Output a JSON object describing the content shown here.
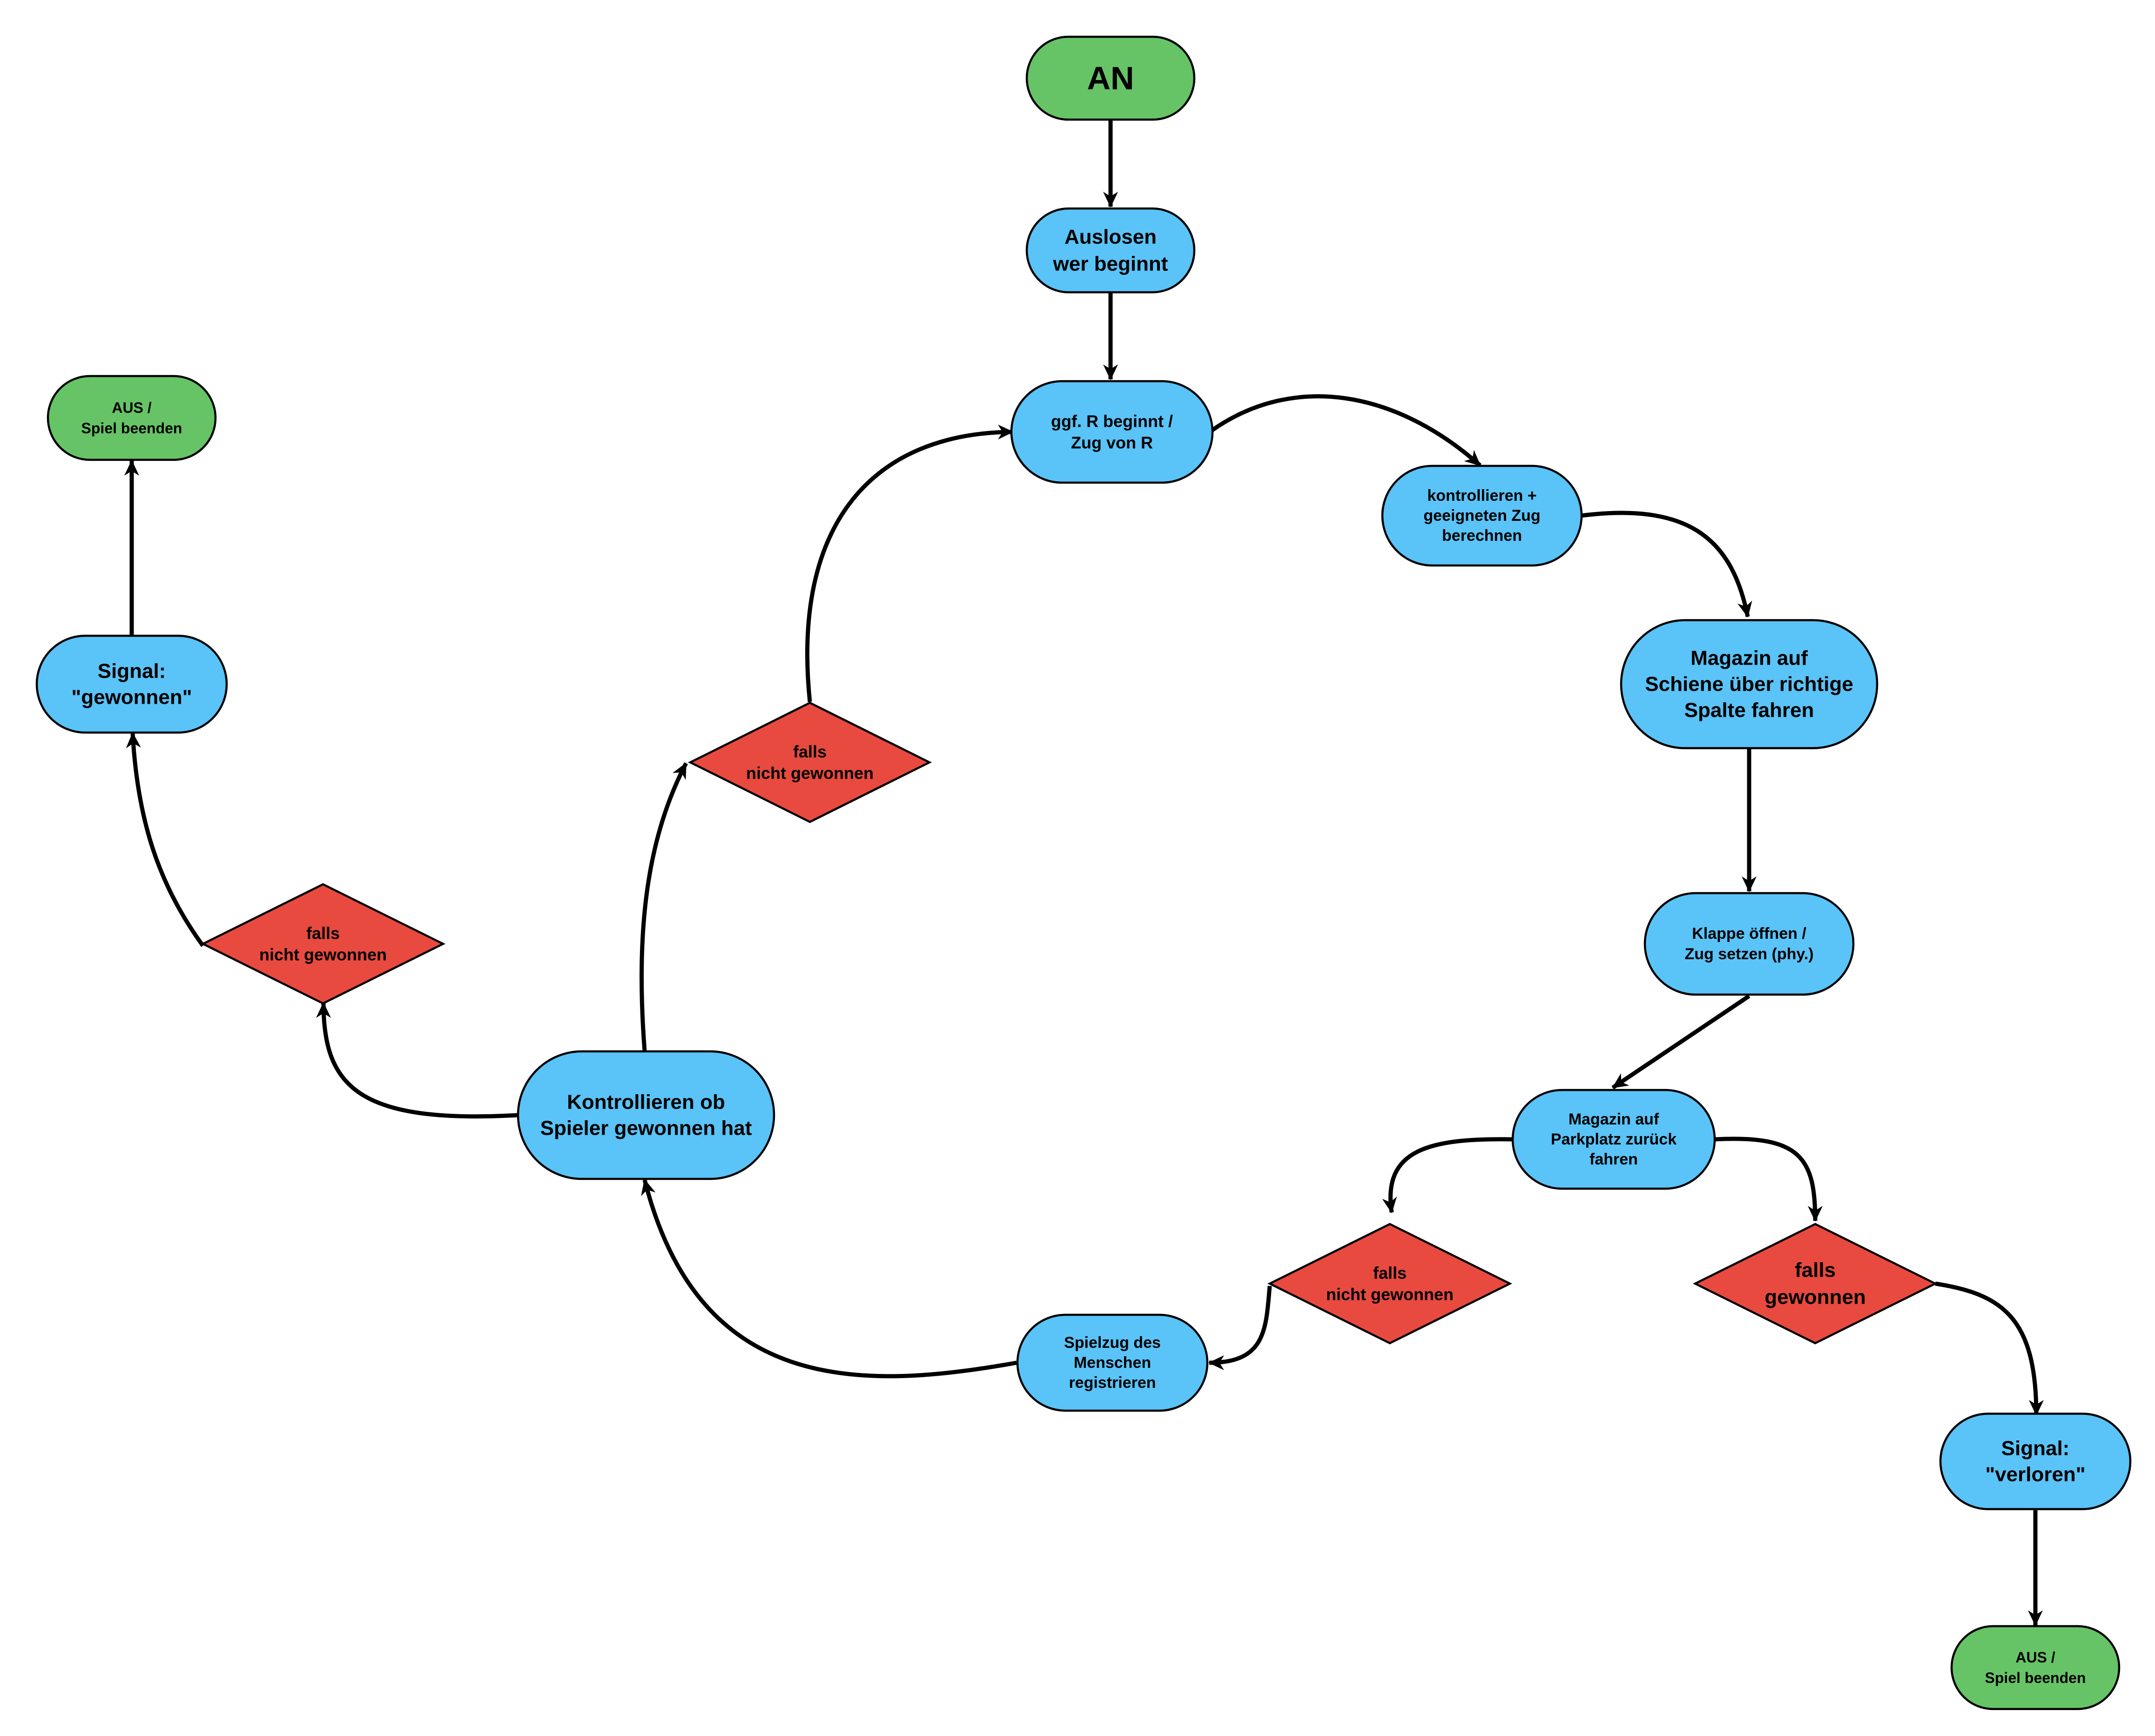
{
  "colors": {
    "terminal": "#66c466",
    "process": "#5ac3f7",
    "decision": "#e84a3f",
    "stroke": "#000000",
    "background": "#ffffff"
  },
  "nodes": {
    "start": {
      "lines": [
        "AN"
      ]
    },
    "draw_lots": {
      "lines": [
        "Auslosen",
        "wer beginnt"
      ]
    },
    "robot_move": {
      "lines": [
        "ggf. R beginnt /",
        "Zug von R"
      ]
    },
    "compute_move": {
      "lines": [
        "kontrollieren +",
        "geeigneten Zug",
        "berechnen"
      ]
    },
    "magazine_rail": {
      "lines": [
        "Magazin auf",
        "Schiene über richtige",
        "Spalte fahren"
      ]
    },
    "open_flap": {
      "lines": [
        "Klappe öffnen /",
        "Zug setzen (phy.)"
      ]
    },
    "magazine_park": {
      "lines": [
        "Magazin auf",
        "Parkplatz zurück",
        "fahren"
      ]
    },
    "decision_park_not_won": {
      "lines": [
        "falls",
        "nicht gewonnen"
      ]
    },
    "decision_won": {
      "lines": [
        "falls",
        "gewonnen"
      ]
    },
    "signal_lost": {
      "lines": [
        "Signal:",
        "\"verloren\""
      ]
    },
    "end_right": {
      "lines": [
        "AUS /",
        "Spiel beenden"
      ]
    },
    "register_human": {
      "lines": [
        "Spielzug des",
        "Menschen",
        "registrieren"
      ]
    },
    "check_won": {
      "lines": [
        "Kontrollieren ob",
        "Spieler gewonnen hat"
      ]
    },
    "decision_top_not_won": {
      "lines": [
        "falls",
        "nicht gewonnen"
      ]
    },
    "decision_left_not_won": {
      "lines": [
        "falls",
        "nicht gewonnen"
      ]
    },
    "signal_won": {
      "lines": [
        "Signal:",
        "\"gewonnen\""
      ]
    },
    "end_left": {
      "lines": [
        "AUS /",
        "Spiel beenden"
      ]
    }
  }
}
